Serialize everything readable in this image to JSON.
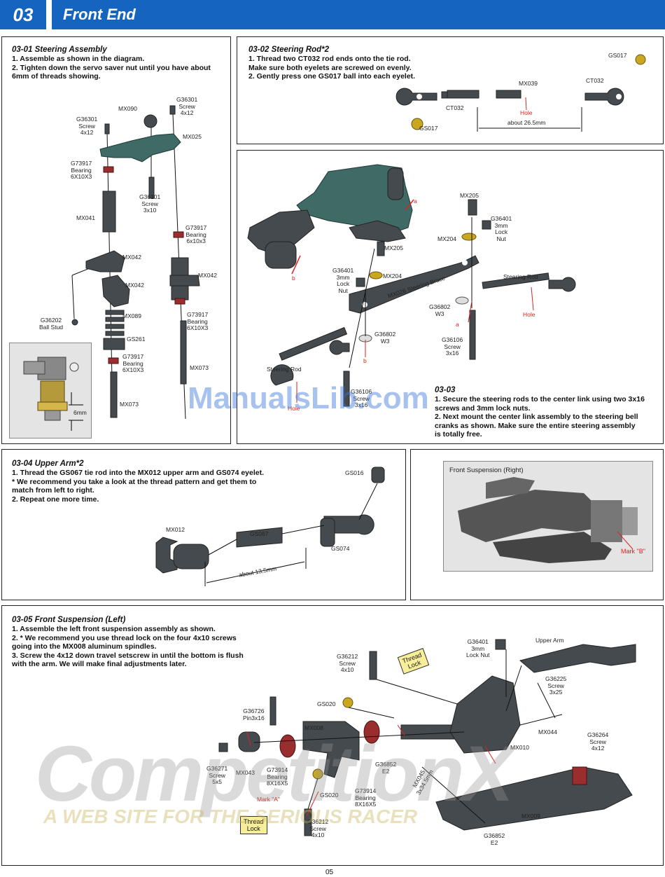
{
  "header": {
    "number": "03",
    "title": "Front End"
  },
  "s0301": {
    "title": "03-01  Steering Assembly",
    "steps": [
      "1. Assemble as shown in the diagram.",
      "2. Tighten down the servo saver nut until you have about\n    6mm of threads showing."
    ],
    "labels": {
      "mx090": "MX090",
      "g36301a": "G36301\nScrew\n4x12",
      "g36301b": "G36301\nScrew\n4x12",
      "mx025": "MX025",
      "g73917a": "G73917\nBearing\n6X10X3",
      "g36101": "G36101\nScrew\n3x10",
      "mx041": "MX041",
      "g73917b": "G73917\nBearing\n6x10x3",
      "mx042a": "MX042",
      "mx042b": "MX042",
      "mx042c": "MX042",
      "g36202": "G36202\nBall Stud",
      "mx089": "MX089",
      "g73917c": "G73917\nBearing\n6X10X3",
      "gs261": "GS261",
      "g73917d": "G73917\nBearing\n6X10X3",
      "mx073a": "MX073",
      "mx073b": "MX073",
      "dim": "6mm"
    }
  },
  "s0302": {
    "title": "03-02  Steering Rod*2",
    "steps": [
      "1. Thread two CT032 rod ends onto the tie rod.\n    Make sure both eyelets are screwed on evenly.",
      "2. Gently press one GS017 ball into each eyelet."
    ],
    "labels": {
      "gs017a": "GS017",
      "mx039": "MX039",
      "ct032a": "CT032",
      "ct032b": "CT032",
      "hole": "Hole",
      "about": "about 26.5mm",
      "gs017b": "GS017"
    }
  },
  "s0303": {
    "title": "03-03",
    "steps": [
      "1. Secure the steering rods to the center link using two 3x16\n    screws and 3mm lock nuts.",
      "2. Next mount the center link assembly to the steering bell\n    cranks as shown.  Make sure the entire steering assembly\n    is totally free."
    ],
    "labels": {
      "mx205a": "MX205",
      "g36401a": "G36401\n3mm\nLock\nNut",
      "mx204a": "MX204",
      "mx205b": "MX205",
      "g36401b": "G36401\n3mm\nLock\nNut",
      "mx204b": "MX204",
      "mx026": "MX026  Steering Brace",
      "steeringRodA": "Steering Rod",
      "g36802a": "G36802\nW3",
      "hole1": "Hole",
      "g36802b": "G36802\nW3",
      "g36106a": "G36106\nScrew\n3x16",
      "steeringRodB": "Steering Rod",
      "g36106b": "G36106\nScrew\n3x16",
      "hole2": "Hole",
      "a1": "a",
      "b1": "b",
      "a2": "a",
      "b2": "b"
    }
  },
  "s0304": {
    "title": "03-04  Upper Arm*2",
    "steps": [
      "1. Thread the GS067 tie rod into the MX012 upper arm and GS074 eyelet.\n    * We recommend you take a look at the thread pattern and get them to\n       match from left to right.",
      "2. Repeat one more time."
    ],
    "labels": {
      "gs016": "GS016",
      "mx012": "MX012",
      "gs067": "GS067",
      "gs074": "GS074",
      "about": "about 13.5mm"
    }
  },
  "photo": {
    "caption": "Front Suspension (Right)",
    "mark": "Mark \"B\""
  },
  "s0305": {
    "title": "03-05  Front Suspension (Left)",
    "steps": [
      "1. Assemble the left front suspension assembly as shown.",
      "2. * We recommend you use thread lock on the four 4x10 screws\n    going into the MX008 aluminum spindles.",
      "3. Screw the 4x12 down travel setscrew in until the bottom is flush\n    with the arm.  We will make final adjustments later."
    ],
    "labels": {
      "g36401": "G36401\n3mm\nLock Nut",
      "upperArm": "Upper Arm",
      "g36212a": "G36212\nScrew\n4x10",
      "threadLockA": "Thread\nLock",
      "g36225": "G36225\nScrew\n3x25",
      "gs020a": "GS020",
      "g36726": "G36726\nPin3x16",
      "mx008": "MX008",
      "mx044": "MX044",
      "g36264": "G36264\nScrew\n4x12",
      "mx010": "MX010",
      "g36271": "G36271\nScrew\n5x5",
      "mx043": "MX043",
      "g73914a": "G73914\nBearing\n8X16X5",
      "g36852a": "G36852\nE2",
      "mx045": "MX045\n3x34.5mm",
      "markA": "Mark \"A\"",
      "gs020b": "GS020",
      "g73914b": "G73914\nBearing\n8X16X5",
      "mx009": "MX009",
      "threadLockB": "Thread\nLock",
      "g36212b": "G36212\nScrew\n4x10",
      "g36852b": "G36852\nE2"
    }
  },
  "watermarks": {
    "manualslib": "ManualsLib.com",
    "cx": "CompetitionX",
    "cxSub": "A WEB SITE FOR THE SERIOUS RACER"
  },
  "page": "05"
}
